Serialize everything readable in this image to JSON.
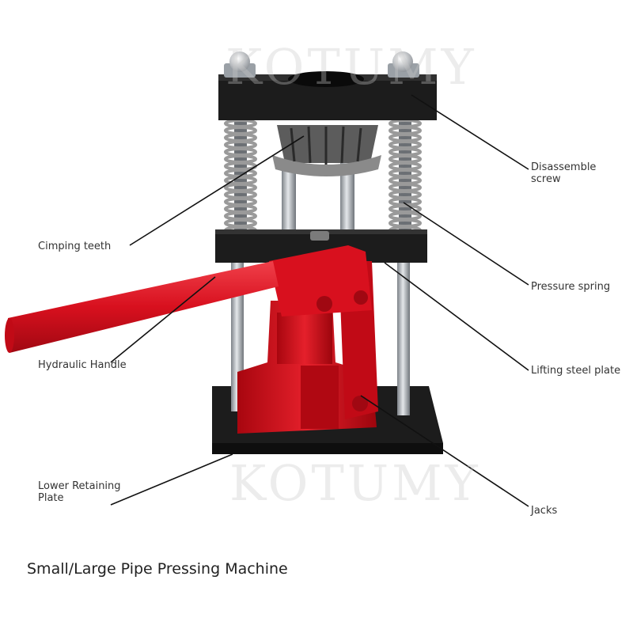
{
  "watermark": "KOTUMY",
  "caption": "Small/Large Pipe Pressing Machine",
  "labels": {
    "disassemble_screw": [
      "Disassemble",
      "screw"
    ],
    "crimping_teeth": "Cimping teeth",
    "pressure_spring": "Pressure spring",
    "hydraulic_handle": "Hydraulic Handle",
    "lifting_steel_plate": "Lifting steel plate",
    "lower_retaining_plate": [
      "Lower Retaining",
      "Plate"
    ],
    "jacks": "Jacks"
  },
  "colors": {
    "plate": "#1c1c1c",
    "jack_red": "#d8101e",
    "handle_red": "#e01522",
    "steel": "#b9bec4",
    "spring": "#9a9a9a",
    "leader_line": "#111111"
  }
}
